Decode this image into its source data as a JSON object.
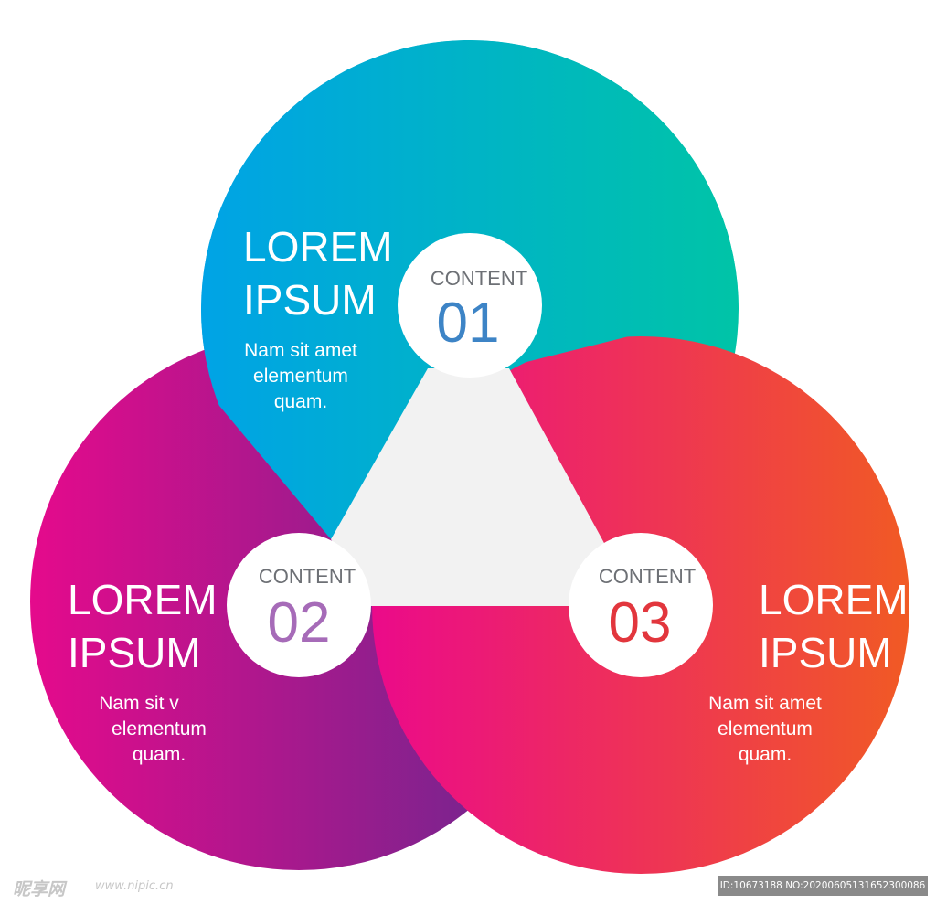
{
  "colors": {
    "circle_01_gradient": [
      "#00a3e6",
      "#00c4a7"
    ],
    "circle_02_gradient": [
      "#e50a8c",
      "#65298e"
    ],
    "circle_03_gradient": [
      "#eb0a8a",
      "#f15a24"
    ],
    "center_triangle": "#f2f2f2",
    "badge_01_number": "#3d84c6",
    "badge_02_number": "#a66bb8",
    "badge_03_number": "#e2363d",
    "badge_label": "#6d7075"
  },
  "sections": [
    {
      "id": "01",
      "title_line1": "LOREM",
      "title_line2": "IPSUM",
      "text_line1": "Nam sit amet",
      "text_line2": "elementum",
      "text_line3": "quam.",
      "badge_label": "CONTENT",
      "badge_number": "01"
    },
    {
      "id": "02",
      "title_line1": "LOREM",
      "title_line2": "IPSUM",
      "text_line1": "Nam sit v",
      "text_line2": "elementum",
      "text_line3": "quam.",
      "badge_label": "CONTENT",
      "badge_number": "02"
    },
    {
      "id": "03",
      "title_line1": "LOREM",
      "title_line2": "IPSUM",
      "text_line1": "Nam sit amet",
      "text_line2": "elementum",
      "text_line3": "quam.",
      "badge_label": "CONTENT",
      "badge_number": "03"
    }
  ],
  "watermark": {
    "logo_text": "昵享网",
    "url_text": "www.nipic.cn",
    "id_text": "ID:10673188 NO:20200605131652300086"
  }
}
